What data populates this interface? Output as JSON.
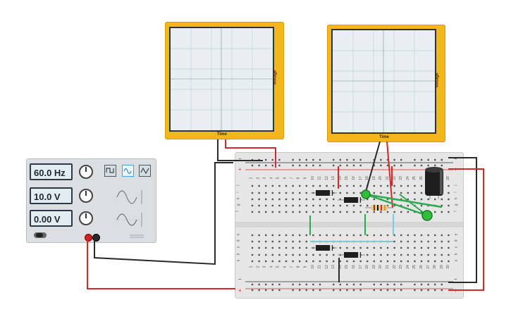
{
  "oscilloscope_left": {
    "x_label": "Time",
    "y_label": "Voltage"
  },
  "oscilloscope_right": {
    "x_label": "Time",
    "y_label": "Voltage"
  },
  "function_generator": {
    "frequency": "60.0 Hz",
    "amplitude": "10.0 V",
    "dc_offset": "0.00 V",
    "waveforms": [
      "square",
      "sine",
      "triangle"
    ],
    "selected_waveform": "sine"
  },
  "breadboard": {
    "column_numbers": [
      "1",
      "2",
      "3",
      "4",
      "5",
      "6",
      "7",
      "8",
      "9",
      "10",
      "11",
      "12",
      "13",
      "14",
      "15",
      "16",
      "17",
      "18",
      "19",
      "20",
      "21",
      "22",
      "23",
      "24",
      "25",
      "26",
      "27",
      "28",
      "29",
      "30"
    ],
    "row_letters_top": [
      "j",
      "i",
      "h",
      "g",
      "f"
    ],
    "row_letters_bottom": [
      "e",
      "d",
      "c",
      "b",
      "a"
    ],
    "rail_plus": "+",
    "rail_minus": "−"
  },
  "colors": {
    "scope_body": "#f4b61a",
    "wire_red": "#d62828",
    "wire_black": "#2a2a2a",
    "wire_green": "#2fa84f",
    "wire_cyan": "#7ec8e3",
    "probe_green": "#2fbf3a"
  }
}
